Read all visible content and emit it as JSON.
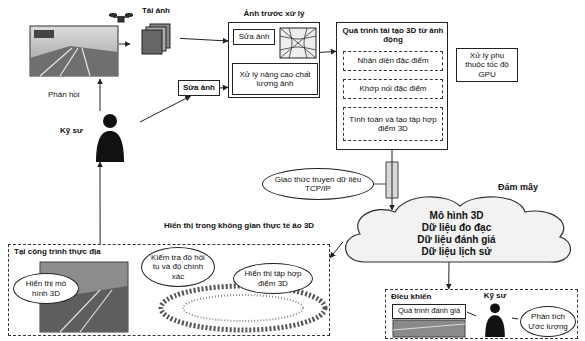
{
  "diagram": {
    "nodes": [
      {
        "text": [
          "Tải ảnh"
        ]
      },
      {
        "text": [
          "Ảnh trước xử lý"
        ]
      },
      {
        "text": [
          "Sửa ảnh"
        ],
        "in": 1
      },
      {
        "text": [
          "Xử lý nâng cao chất lượng ảnh"
        ],
        "in": 1
      },
      {
        "text": [
          "Quá trình tái tạo 3D từ ảnh động"
        ]
      },
      {
        "text": [
          "Nhận diện đặc điểm"
        ],
        "in": 4
      },
      {
        "text": [
          "Khớp nối đặc điểm"
        ],
        "in": 4
      },
      {
        "text": [
          "Tính toán và tạo tập hợp điểm 3D"
        ],
        "in": 4
      },
      {
        "text": [
          "Xử lý phụ thuộc tốc độ GPU"
        ]
      },
      {
        "text": [
          "Sửa ảnh"
        ]
      },
      {
        "text": [
          "Kỹ sư"
        ]
      },
      {
        "text": [
          "Giao thức truyền dữ liệu TCP/IP"
        ]
      },
      {
        "text": [
          "Đám mây",
          "Mô hình 3D",
          "Dữ liệu đo đạc",
          "Dữ liệu đánh giá",
          "Dữ liệu lịch sử"
        ]
      },
      {
        "text": [
          "Hiển thị trong không gian thực tế ảo 3D",
          "Tại công trình thực địa"
        ]
      },
      {
        "text": [
          "Hiển thị mô hình 3D"
        ],
        "in": 13
      },
      {
        "text": [
          "Kiểm tra độ hội tụ và độ chính xác"
        ],
        "in": 13
      },
      {
        "text": [
          "Hiển thị tập hợp điểm 3D"
        ],
        "in": 13
      },
      {
        "text": [
          "Điều khiển"
        ]
      },
      {
        "text": [
          "Kỹ sư"
        ],
        "in": 17
      },
      {
        "text": [
          "Quá trình đánh giá"
        ],
        "in": 17
      },
      {
        "text": [
          "Phân tích Ước lượng"
        ],
        "in": 17
      }
    ],
    "edges": [
      {
        "from": 0,
        "to": 1,
        "arrow": "to"
      },
      {
        "from": 9,
        "to": 1,
        "arrow": "to"
      },
      {
        "from": 10,
        "to": 9,
        "arrow": "to"
      },
      {
        "from": 1,
        "to": 4,
        "arrow": "to"
      },
      {
        "from": 4,
        "to": 12,
        "arrow": "to"
      },
      {
        "from": 12,
        "to": 13,
        "arrow": "to"
      },
      {
        "from": 12,
        "to": 17,
        "arrow": "to"
      },
      {
        "from": 13,
        "to": 10,
        "arrow": "to"
      }
    ],
    "labels": [
      "Phản hồi"
    ]
  }
}
